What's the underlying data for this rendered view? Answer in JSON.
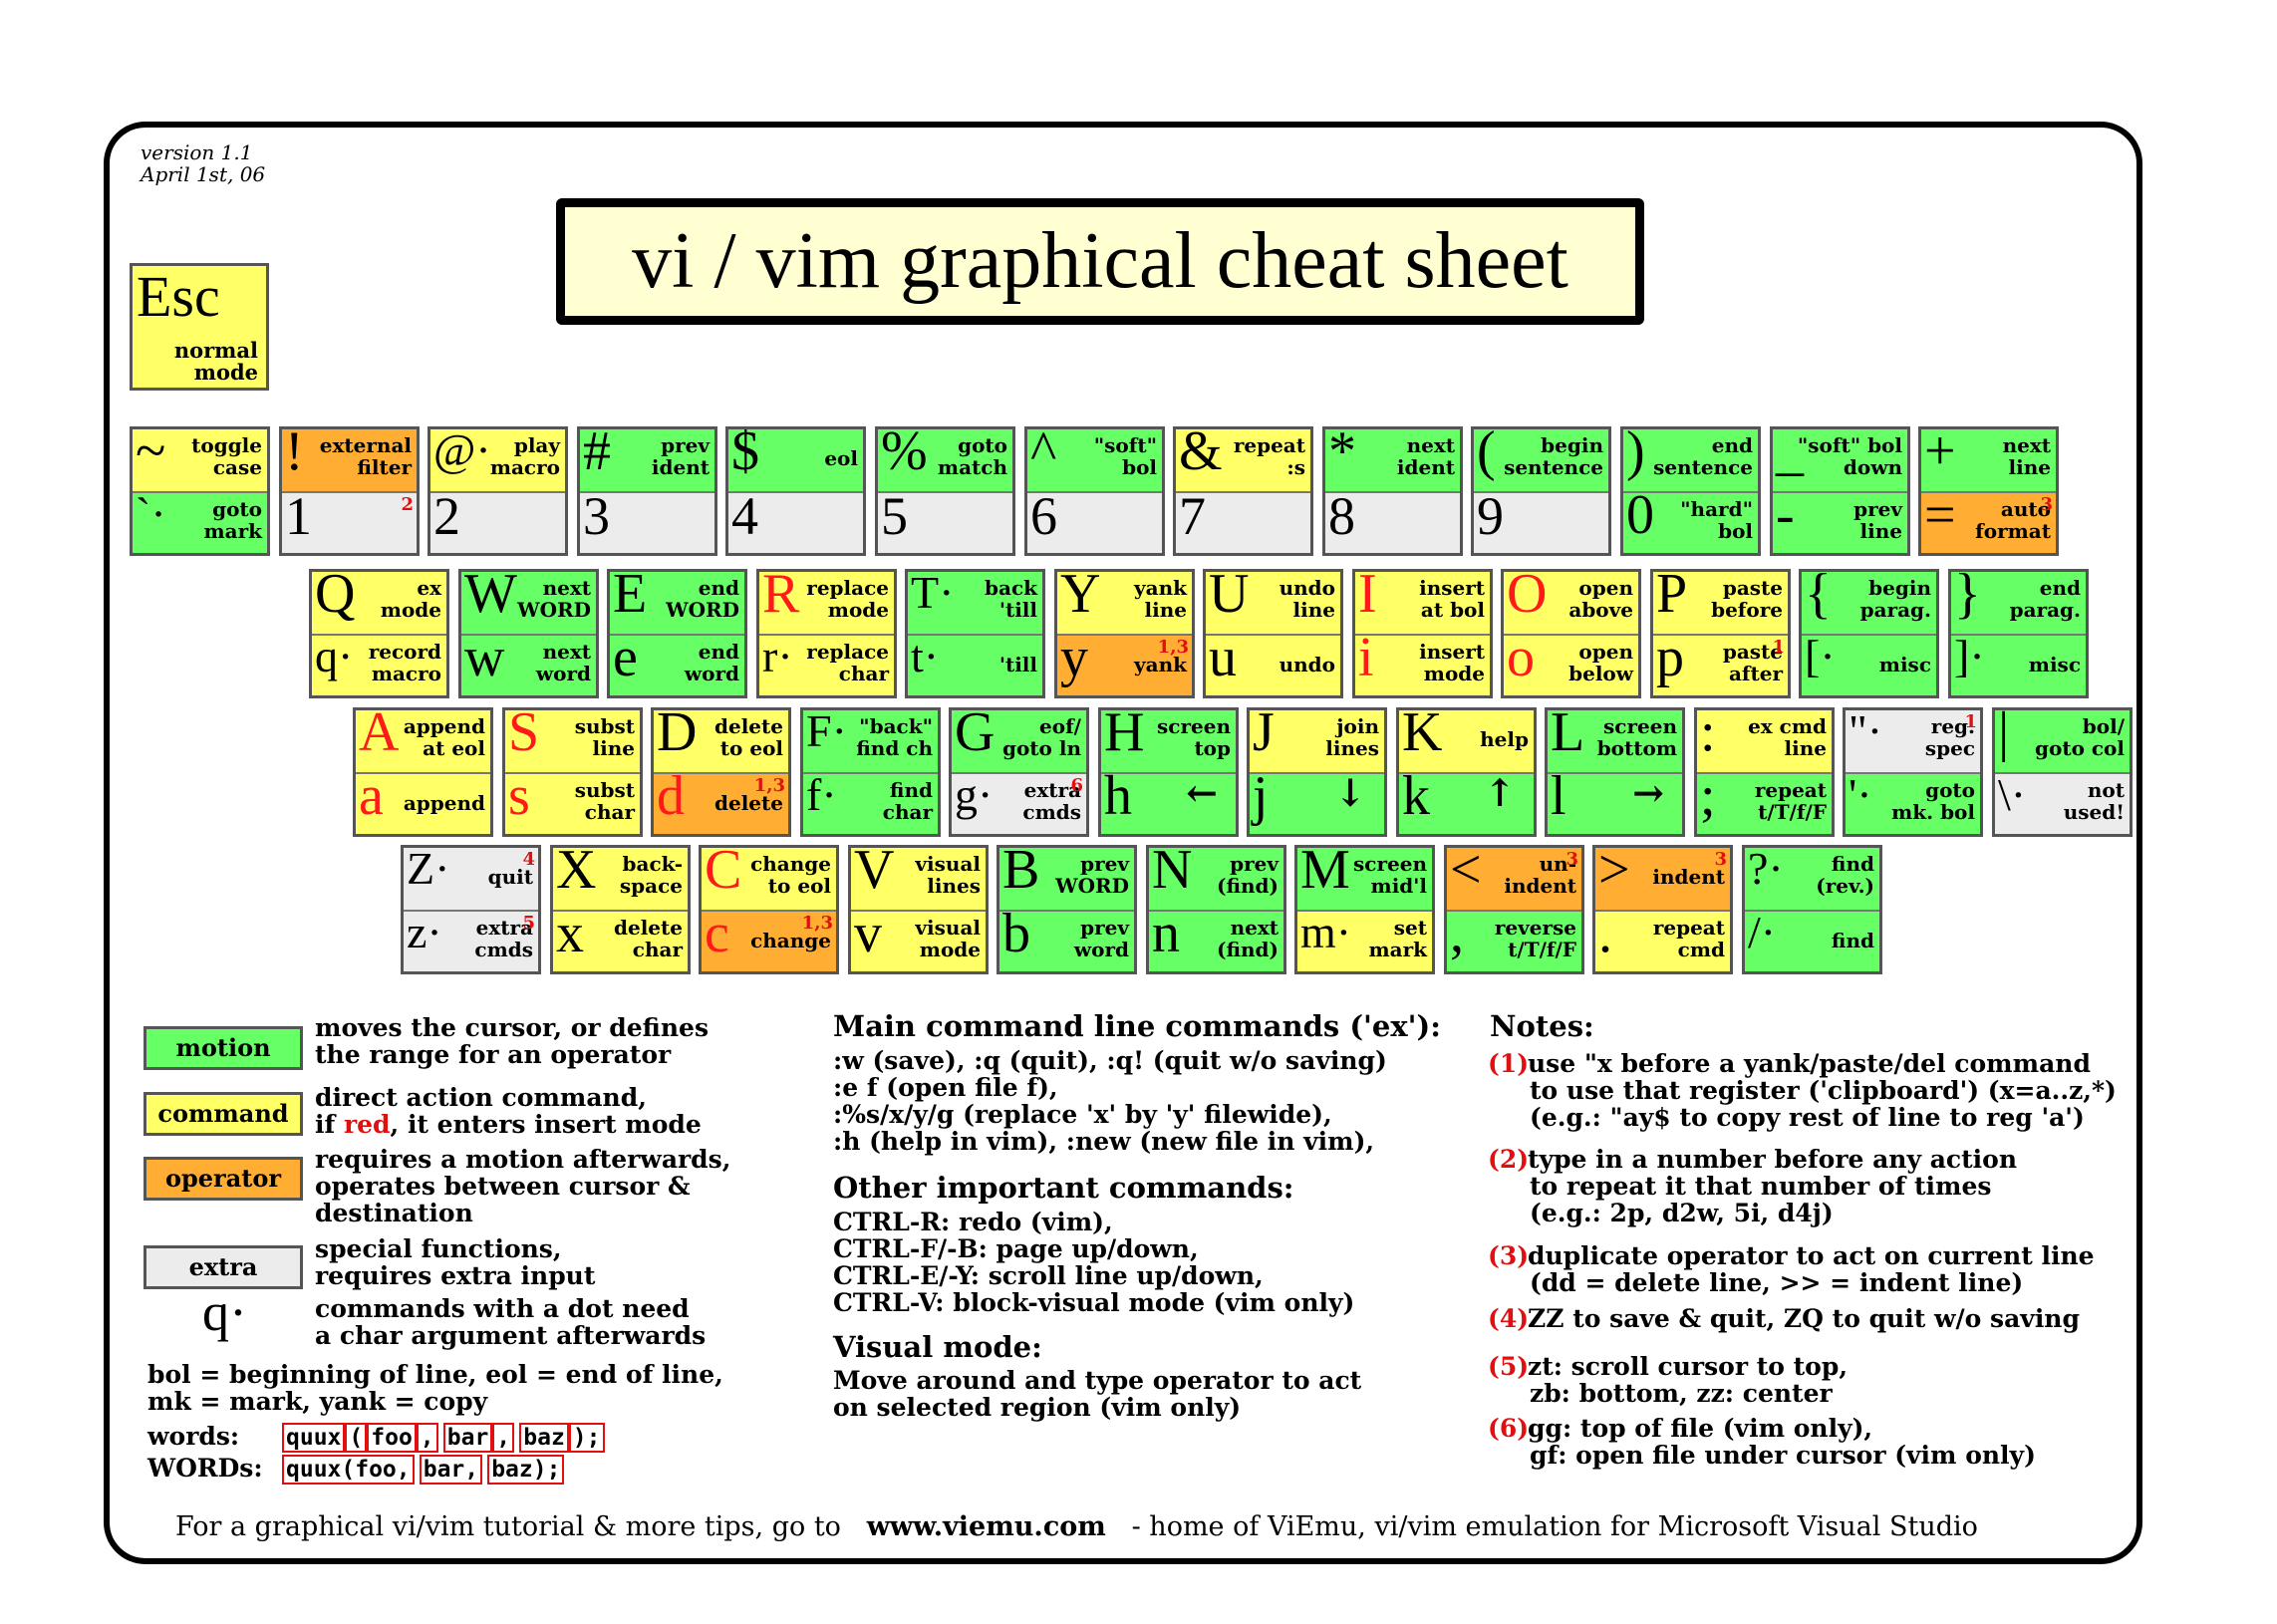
{
  "version": {
    "line1": "version 1.1",
    "line2": "April 1st, 06"
  },
  "title": "vi / vim graphical cheat sheet",
  "esc": {
    "key": "Esc",
    "desc1": "normal",
    "desc2": "mode"
  },
  "rows": [
    {
      "keys": [
        {
          "top": {
            "c": "~",
            "d": [
              "toggle",
              "case"
            ],
            "col": "y"
          },
          "bot": {
            "c": "`·",
            "d": [
              "goto",
              "mark"
            ],
            "col": "g"
          }
        },
        {
          "top": {
            "c": "!",
            "d": [
              "external",
              "filter"
            ],
            "col": "o"
          },
          "bot": {
            "c": "1",
            "d": [],
            "col": "x",
            "num": true,
            "sup": "2"
          }
        },
        {
          "top": {
            "c": "@·",
            "d": [
              "play",
              "macro"
            ],
            "col": "y"
          },
          "bot": {
            "c": "2",
            "d": [],
            "col": "x",
            "num": true
          }
        },
        {
          "top": {
            "c": "#",
            "d": [
              "prev",
              "ident"
            ],
            "col": "g"
          },
          "bot": {
            "c": "3",
            "d": [],
            "col": "x",
            "num": true
          }
        },
        {
          "top": {
            "c": "$",
            "d": [
              "eol"
            ],
            "col": "g"
          },
          "bot": {
            "c": "4",
            "d": [],
            "col": "x",
            "num": true
          }
        },
        {
          "top": {
            "c": "%",
            "d": [
              "goto",
              "match"
            ],
            "col": "g"
          },
          "bot": {
            "c": "5",
            "d": [],
            "col": "x",
            "num": true
          }
        },
        {
          "top": {
            "c": "^",
            "d": [
              "\"soft\"",
              "bol"
            ],
            "col": "g"
          },
          "bot": {
            "c": "6",
            "d": [],
            "col": "x",
            "num": true
          }
        },
        {
          "top": {
            "c": "&",
            "d": [
              "repeat",
              ":s"
            ],
            "col": "y"
          },
          "bot": {
            "c": "7",
            "d": [],
            "col": "x",
            "num": true
          }
        },
        {
          "top": {
            "c": "*",
            "d": [
              "next",
              "ident"
            ],
            "col": "g"
          },
          "bot": {
            "c": "8",
            "d": [],
            "col": "x",
            "num": true
          }
        },
        {
          "top": {
            "c": "(",
            "d": [
              "begin",
              "sentence"
            ],
            "col": "g"
          },
          "bot": {
            "c": "9",
            "d": [],
            "col": "x",
            "num": true
          }
        },
        {
          "top": {
            "c": ")",
            "d": [
              "end",
              "sentence"
            ],
            "col": "g"
          },
          "bot": {
            "c": "0",
            "d": [
              "\"hard\"",
              "bol"
            ],
            "col": "g"
          }
        },
        {
          "top": {
            "c": "_",
            "d": [
              "\"soft\" bol",
              "down"
            ],
            "col": "g"
          },
          "bot": {
            "c": "-",
            "d": [
              "prev",
              "line"
            ],
            "col": "g"
          }
        },
        {
          "top": {
            "c": "+",
            "d": [
              "next",
              "line"
            ],
            "col": "g"
          },
          "bot": {
            "c": "=",
            "d": [
              "auto",
              "format"
            ],
            "col": "o",
            "sup": "3"
          }
        }
      ]
    },
    {
      "keys": [
        {
          "top": {
            "c": "Q",
            "d": [
              "ex",
              "mode"
            ],
            "col": "y"
          },
          "bot": {
            "c": "q·",
            "d": [
              "record",
              "macro"
            ],
            "col": "y"
          }
        },
        {
          "top": {
            "c": "W",
            "d": [
              "next",
              "WORD"
            ],
            "col": "g"
          },
          "bot": {
            "c": "w",
            "d": [
              "next",
              "word"
            ],
            "col": "g"
          }
        },
        {
          "top": {
            "c": "E",
            "d": [
              "end",
              "WORD"
            ],
            "col": "g"
          },
          "bot": {
            "c": "e",
            "d": [
              "end",
              "word"
            ],
            "col": "g"
          }
        },
        {
          "top": {
            "c": "R",
            "d": [
              "replace",
              "mode"
            ],
            "col": "y",
            "red": true
          },
          "bot": {
            "c": "r·",
            "d": [
              "replace",
              "char"
            ],
            "col": "y"
          }
        },
        {
          "top": {
            "c": "T·",
            "d": [
              "back",
              "'till"
            ],
            "col": "g"
          },
          "bot": {
            "c": "t·",
            "d": [
              "'till"
            ],
            "col": "g"
          }
        },
        {
          "top": {
            "c": "Y",
            "d": [
              "yank",
              "line"
            ],
            "col": "y"
          },
          "bot": {
            "c": "y",
            "d": [
              "yank"
            ],
            "col": "o",
            "sup": "1,3"
          }
        },
        {
          "top": {
            "c": "U",
            "d": [
              "undo",
              "line"
            ],
            "col": "y"
          },
          "bot": {
            "c": "u",
            "d": [
              "undo"
            ],
            "col": "y"
          }
        },
        {
          "top": {
            "c": "I",
            "d": [
              "insert",
              "at bol"
            ],
            "col": "y",
            "red": true
          },
          "bot": {
            "c": "i",
            "d": [
              "insert",
              "mode"
            ],
            "col": "y",
            "red": true
          }
        },
        {
          "top": {
            "c": "O",
            "d": [
              "open",
              "above"
            ],
            "col": "y",
            "red": true
          },
          "bot": {
            "c": "o",
            "d": [
              "open",
              "below"
            ],
            "col": "y",
            "red": true
          }
        },
        {
          "top": {
            "c": "P",
            "d": [
              "paste",
              "before"
            ],
            "col": "y"
          },
          "bot": {
            "c": "p",
            "d": [
              "paste",
              "after"
            ],
            "col": "y",
            "sup": "1"
          }
        },
        {
          "top": {
            "c": "{",
            "d": [
              "begin",
              "parag."
            ],
            "col": "g"
          },
          "bot": {
            "c": "[·",
            "d": [
              "misc"
            ],
            "col": "g"
          }
        },
        {
          "top": {
            "c": "}",
            "d": [
              "end",
              "parag."
            ],
            "col": "g"
          },
          "bot": {
            "c": "]·",
            "d": [
              "misc"
            ],
            "col": "g"
          }
        }
      ]
    },
    {
      "keys": [
        {
          "top": {
            "c": "A",
            "d": [
              "append",
              "at eol"
            ],
            "col": "y",
            "red": true
          },
          "bot": {
            "c": "a",
            "d": [
              "append"
            ],
            "col": "y",
            "red": true
          }
        },
        {
          "top": {
            "c": "S",
            "d": [
              "subst",
              "line"
            ],
            "col": "y",
            "red": true
          },
          "bot": {
            "c": "s",
            "d": [
              "subst",
              "char"
            ],
            "col": "y",
            "red": true
          }
        },
        {
          "top": {
            "c": "D",
            "d": [
              "delete",
              "to eol"
            ],
            "col": "y"
          },
          "bot": {
            "c": "d",
            "d": [
              "delete"
            ],
            "col": "o",
            "red": true,
            "sup": "1,3"
          }
        },
        {
          "top": {
            "c": "F·",
            "d": [
              "\"back\"",
              "find ch"
            ],
            "col": "g"
          },
          "bot": {
            "c": "f·",
            "d": [
              "find",
              "char"
            ],
            "col": "g"
          }
        },
        {
          "top": {
            "c": "G",
            "d": [
              "eof/",
              "goto ln"
            ],
            "col": "g"
          },
          "bot": {
            "c": "g·",
            "d": [
              "extra",
              "cmds"
            ],
            "col": "x",
            "sup": "6"
          }
        },
        {
          "top": {
            "c": "H",
            "d": [
              "screen",
              "top"
            ],
            "col": "g"
          },
          "bot": {
            "c": "h",
            "d": [
              "←"
            ],
            "col": "g"
          }
        },
        {
          "top": {
            "c": "J",
            "d": [
              "join",
              "lines"
            ],
            "col": "y"
          },
          "bot": {
            "c": "j",
            "d": [
              "↓"
            ],
            "col": "g"
          }
        },
        {
          "top": {
            "c": "K",
            "d": [
              "help"
            ],
            "col": "y"
          },
          "bot": {
            "c": "k",
            "d": [
              "↑"
            ],
            "col": "g"
          }
        },
        {
          "top": {
            "c": "L",
            "d": [
              "screen",
              "bottom"
            ],
            "col": "g"
          },
          "bot": {
            "c": "l",
            "d": [
              "→"
            ],
            "col": "g"
          }
        },
        {
          "top": {
            "c": ":",
            "d": [
              "ex cmd",
              "line"
            ],
            "col": "y"
          },
          "bot": {
            "c": ";",
            "d": [
              "repeat",
              "t/T/f/F"
            ],
            "col": "g"
          }
        },
        {
          "top": {
            "c": "\"·",
            "d": [
              "reg.",
              "spec"
            ],
            "col": "x",
            "sup": "1"
          },
          "bot": {
            "c": "'·",
            "d": [
              "goto",
              "mk. bol"
            ],
            "col": "g"
          }
        },
        {
          "top": {
            "c": "|",
            "d": [
              "bol/",
              "goto col"
            ],
            "col": "g"
          },
          "bot": {
            "c": "\\·",
            "d": [
              "not",
              "used!"
            ],
            "col": "x"
          }
        }
      ]
    },
    {
      "keys": [
        {
          "top": {
            "c": "Z·",
            "d": [
              "quit"
            ],
            "col": "x",
            "sup": "4"
          },
          "bot": {
            "c": "z·",
            "d": [
              "extra",
              "cmds"
            ],
            "col": "x",
            "sup": "5"
          }
        },
        {
          "top": {
            "c": "X",
            "d": [
              "back-",
              "space"
            ],
            "col": "y"
          },
          "bot": {
            "c": "x",
            "d": [
              "delete",
              "char"
            ],
            "col": "y"
          }
        },
        {
          "top": {
            "c": "C",
            "d": [
              "change",
              "to eol"
            ],
            "col": "y",
            "red": true
          },
          "bot": {
            "c": "c",
            "d": [
              "change"
            ],
            "col": "o",
            "red": true,
            "sup": "1,3"
          }
        },
        {
          "top": {
            "c": "V",
            "d": [
              "visual",
              "lines"
            ],
            "col": "y"
          },
          "bot": {
            "c": "v",
            "d": [
              "visual",
              "mode"
            ],
            "col": "y"
          }
        },
        {
          "top": {
            "c": "B",
            "d": [
              "prev",
              "WORD"
            ],
            "col": "g"
          },
          "bot": {
            "c": "b",
            "d": [
              "prev",
              "word"
            ],
            "col": "g"
          }
        },
        {
          "top": {
            "c": "N",
            "d": [
              "prev",
              "(find)"
            ],
            "col": "g"
          },
          "bot": {
            "c": "n",
            "d": [
              "next",
              "(find)"
            ],
            "col": "g"
          }
        },
        {
          "top": {
            "c": "M",
            "d": [
              "screen",
              "mid'l"
            ],
            "col": "g"
          },
          "bot": {
            "c": "m·",
            "d": [
              "set",
              "mark"
            ],
            "col": "y"
          }
        },
        {
          "top": {
            "c": "<",
            "d": [
              "un-",
              "indent"
            ],
            "col": "o",
            "sup": "3"
          },
          "bot": {
            "c": ",",
            "d": [
              "reverse",
              "t/T/f/F"
            ],
            "col": "g"
          }
        },
        {
          "top": {
            "c": ">",
            "d": [
              "indent"
            ],
            "col": "o",
            "sup": "3"
          },
          "bot": {
            "c": ".",
            "d": [
              "repeat",
              "cmd"
            ],
            "col": "y"
          }
        },
        {
          "top": {
            "c": "?·",
            "d": [
              "find",
              "(rev.)"
            ],
            "col": "g"
          },
          "bot": {
            "c": "/·",
            "d": [
              "find"
            ],
            "col": "g"
          }
        }
      ]
    }
  ],
  "legend": {
    "motion": {
      "label": "motion",
      "text1": "moves the cursor, or defines",
      "text2": "the range for an operator"
    },
    "command": {
      "label": "command",
      "text1": "direct action command,",
      "text2a": "if ",
      "text2red": "red",
      "text2b": ", it enters insert mode"
    },
    "operator": {
      "label": "operator",
      "text1": "requires a motion afterwards,",
      "text2": "operates between cursor  &",
      "text3": "destination"
    },
    "extra": {
      "label": "extra",
      "text1": "special functions,",
      "text2": "requires extra input"
    },
    "dot": {
      "glyph": "q·",
      "text1": "commands with a dot need",
      "text2": "a char argument afterwards"
    },
    "abbr1": "bol = beginning of line, eol = end of line,",
    "abbr2": "mk = mark, yank = copy",
    "words_label": "words:",
    "WORDs_label": "WORDs:",
    "words": [
      "quux",
      "(",
      "foo",
      ",",
      "bar",
      ",",
      "baz",
      ");"
    ],
    "WORDs": [
      "quux(foo,",
      "bar,",
      "baz);"
    ]
  },
  "ex": {
    "title": "Main command line commands ('ex'):",
    "lines": [
      ":w (save), :q (quit), :q! (quit w/o saving)",
      ":e f (open file f),",
      ":%s/x/y/g (replace 'x' by 'y' filewide),",
      ":h (help in vim), :new (new file in vim),"
    ]
  },
  "other": {
    "title": "Other important commands:",
    "lines": [
      "CTRL-R: redo (vim),",
      "CTRL-F/-B: page up/down,",
      "CTRL-E/-Y: scroll line up/down,",
      "CTRL-V: block-visual mode (vim only)"
    ]
  },
  "visual": {
    "title": "Visual mode:",
    "lines": [
      "Move around and type operator to act",
      "on selected region (vim only)"
    ]
  },
  "notes": {
    "title": "Notes:",
    "items": [
      {
        "n": "(1)",
        "lines": [
          "use \"x before a yank/paste/del command",
          "to use that register ('clipboard') (x=a..z,*)",
          "(e.g.: \"ay$ to copy rest of line to reg 'a')"
        ]
      },
      {
        "n": "(2)",
        "lines": [
          "type in a number before any action",
          "to repeat it that number of times",
          "(e.g.: 2p, d2w, 5i, d4j)"
        ]
      },
      {
        "n": "(3)",
        "lines": [
          "duplicate operator to act on current line",
          "(dd = delete line, >> = indent line)"
        ]
      },
      {
        "n": "(4)",
        "lines": [
          "ZZ to save & quit, ZQ to quit w/o saving"
        ]
      },
      {
        "n": "(5)",
        "lines": [
          "zt: scroll cursor to top,",
          "zb: bottom, zz: center"
        ]
      },
      {
        "n": "(6)",
        "lines": [
          "gg: top of file (vim only),",
          "gf: open file under cursor (vim only)"
        ]
      }
    ]
  },
  "footer": {
    "pre": "For a graphical vi/vim tutorial & more tips, go to",
    "url": "www.viemu.com",
    "post": "- home of ViEmu, vi/vim emulation for Microsoft Visual Studio"
  }
}
